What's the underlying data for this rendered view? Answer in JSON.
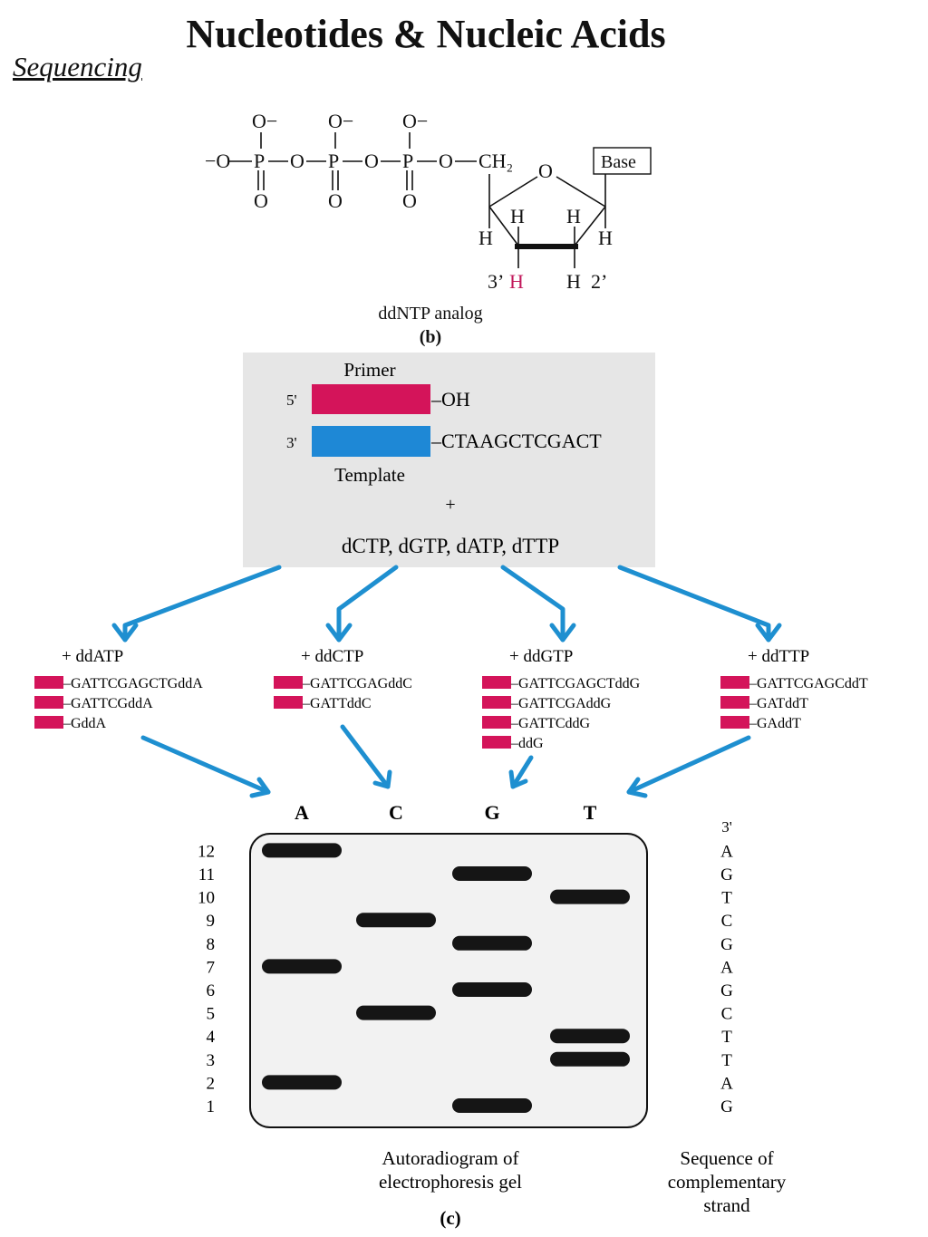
{
  "header": {
    "title": "Nucleotides & Nucleic Acids",
    "subtitle": "Sequencing"
  },
  "structure": {
    "o_minus": "O−",
    "left_o_minus": "−O",
    "p": "P",
    "o": "O",
    "ch2": "CH₂",
    "ring_o": "O",
    "base": "Base",
    "h": "H",
    "three_prime": "3’",
    "two_prime": "2’",
    "caption": "ddNTP analog",
    "panel_label": "(b)"
  },
  "reaction": {
    "primer_label": "Primer",
    "five_prime": "5'",
    "three_prime": "3'",
    "oh": "–OH",
    "template_seq": "–CTAAGCTCGACT",
    "template_label": "Template",
    "plus": "+",
    "dntps": "dCTP, dGTP, dATP, dTTP",
    "box_color": "#e6e6e6",
    "primer_color": "#d4145a",
    "template_color": "#1e88d6",
    "arrow_color": "#1e8fd0"
  },
  "lanes": [
    {
      "label": "+ ddATP",
      "fragments": [
        "–GATTCGAGCTGddA",
        "–GATTCGddA",
        "–GddA"
      ]
    },
    {
      "label": "+ ddCTP",
      "fragments": [
        "–GATTCGAGddC",
        "–GATTddC"
      ]
    },
    {
      "label": "+ ddGTP",
      "fragments": [
        "–GATTCGAGCTddG",
        "–GATTCGAddG",
        "–GATTCddG",
        "–ddG"
      ]
    },
    {
      "label": "+ ddTTP",
      "fragments": [
        "–GATTCGAGCddT",
        "–GATddT",
        "–GAddT"
      ]
    }
  ],
  "gel": {
    "lane_labels": [
      "A",
      "C",
      "G",
      "T"
    ],
    "sizes": [
      "12",
      "11",
      "10",
      "9",
      "8",
      "7",
      "6",
      "5",
      "4",
      "3",
      "2",
      "1"
    ],
    "bands": {
      "A": [
        12,
        7,
        2
      ],
      "C": [
        9,
        5
      ],
      "G": [
        11,
        8,
        6,
        1
      ],
      "T": [
        10,
        4,
        3
      ]
    },
    "sequence_end": "3'",
    "sequence": [
      "A",
      "G",
      "T",
      "C",
      "G",
      "A",
      "G",
      "C",
      "T",
      "T",
      "A",
      "G"
    ],
    "caption_gel": [
      "Autoradiogram of",
      "electrophoresis gel"
    ],
    "caption_seq": [
      "Sequence of",
      "complementary",
      "strand"
    ],
    "panel_label": "(c)"
  }
}
